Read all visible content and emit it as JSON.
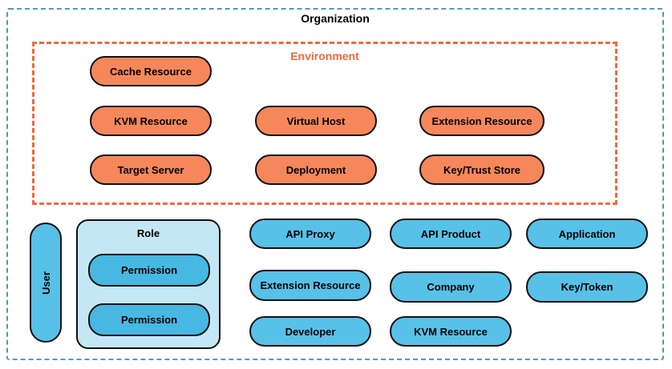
{
  "diagram": {
    "title": "Organization",
    "environment": {
      "label": "Environment"
    },
    "nodes": {
      "cache_resource": "Cache Resource",
      "kvm_resource_env": "KVM Resource",
      "virtual_host": "Virtual Host",
      "extension_resource_env": "Extension Resource",
      "target_server": "Target Server",
      "deployment": "Deployment",
      "key_trust_store": "Key/Trust Store",
      "user": "User",
      "role": "Role",
      "permission_top": "Permission",
      "permission_bottom": "Permission",
      "api_proxy": "API Proxy",
      "api_product": "API Product",
      "application": "Application",
      "extension_resource_org": "Extension Resource",
      "company": "Company",
      "key_token": "Key/Token",
      "developer": "Developer",
      "kvm_resource_org": "KVM Resource"
    },
    "colors": {
      "organization_border": "#4D96D6",
      "environment_border": "#F4673D",
      "environment_label": "#F4673D",
      "environment_node_fill": "#F6875A",
      "organization_node_fill": "#57C1E8",
      "role_container_fill": "#C4E7F6",
      "permission_node_fill": "#47B8E2",
      "node_border": "#111111",
      "title_color": "#000000"
    }
  }
}
